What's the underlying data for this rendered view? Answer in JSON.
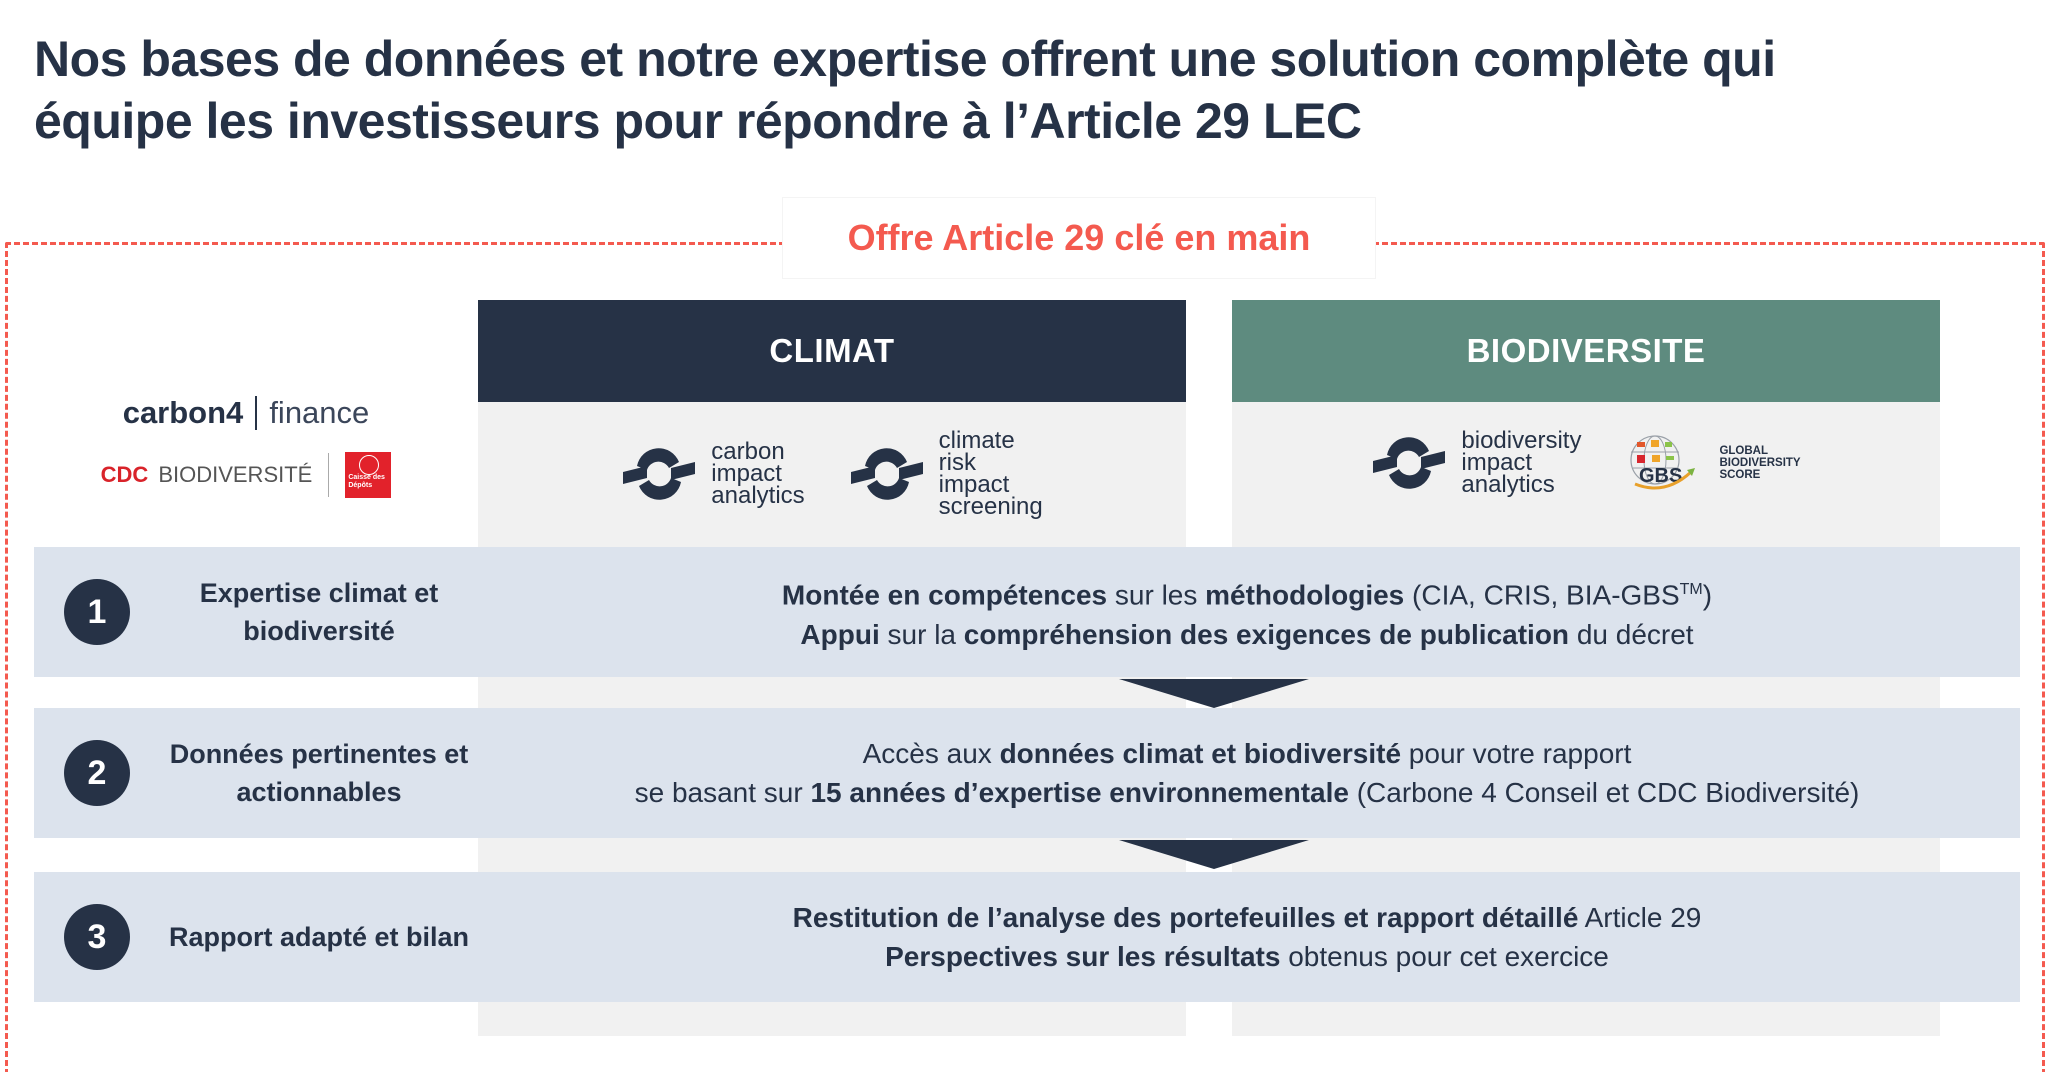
{
  "title": {
    "line1": "Nos bases de données et notre expertise offrent une solution complète qui",
    "line2": "équipe les investisseurs pour répondre à l’Article 29 LEC"
  },
  "offer_label": "Offre Article 29 clé en main",
  "partners": {
    "carbon4": {
      "name": "carbon4",
      "suffix": "finance"
    },
    "cdc": {
      "prefix": "CDC",
      "name": "BIODIVERSITÉ",
      "badge": "Caisse des Dépôts"
    }
  },
  "columns": [
    {
      "title": "CLIMAT",
      "color": "#263246",
      "products": [
        {
          "icon": "loop-icon",
          "lines": [
            "carbon",
            "impact",
            "analytics"
          ]
        },
        {
          "icon": "loop-icon",
          "lines": [
            "climate",
            "risk",
            "impact",
            "screening"
          ]
        }
      ]
    },
    {
      "title": "BIODIVERSITE",
      "color": "#5e8b7f",
      "products": [
        {
          "icon": "loop-icon",
          "lines": [
            "biodiversity",
            "impact",
            "analytics"
          ]
        },
        {
          "icon": "gbs-globe-icon",
          "abbr": "GBS",
          "lines": [
            "GLOBAL",
            "BIODIVERSITY",
            "SCORE"
          ]
        }
      ]
    }
  ],
  "steps": [
    {
      "number": "1",
      "label": "Expertise climat et biodiversité",
      "lines": [
        [
          {
            "text": "Montée en compétences",
            "bold": true
          },
          {
            "text": " sur les ",
            "bold": false
          },
          {
            "text": "méthodologies",
            "bold": true
          },
          {
            "text": " (CIA, CRIS, BIA-GBS",
            "bold": false
          },
          {
            "text": "TM",
            "sup": true
          },
          {
            "text": ")",
            "bold": false
          }
        ],
        [
          {
            "text": "Appui",
            "bold": true
          },
          {
            "text": " sur la ",
            "bold": false
          },
          {
            "text": "compréhension des exigences de publication",
            "bold": true
          },
          {
            "text": " du décret",
            "bold": false
          }
        ]
      ]
    },
    {
      "number": "2",
      "label": "Données pertinentes et actionnables",
      "lines": [
        [
          {
            "text": "Accès aux ",
            "bold": false
          },
          {
            "text": "données climat et biodiversité",
            "bold": true
          },
          {
            "text": " pour votre rapport",
            "bold": false
          }
        ],
        [
          {
            "text": "se basant sur ",
            "bold": false
          },
          {
            "text": "15 années d’expertise environnementale",
            "bold": true
          },
          {
            "text": " (Carbone 4 Conseil et CDC Biodiversité)",
            "bold": false
          }
        ]
      ]
    },
    {
      "number": "3",
      "label": "Rapport adapté et bilan",
      "lines": [
        [
          {
            "text": "Restitution de l’analyse des portefeuilles et rapport détaillé",
            "bold": true
          },
          {
            "text": " Article 29",
            "bold": false
          }
        ],
        [
          {
            "text": "Perspectives sur les résultats",
            "bold": true
          },
          {
            "text": " obtenus pour cet exercice",
            "bold": false
          }
        ]
      ]
    }
  ],
  "colors": {
    "navy": "#263246",
    "teal": "#5e8b7f",
    "accent_red": "#f45a4f",
    "row_bg": "#dce3ed",
    "column_bg": "#f1f1f1"
  }
}
